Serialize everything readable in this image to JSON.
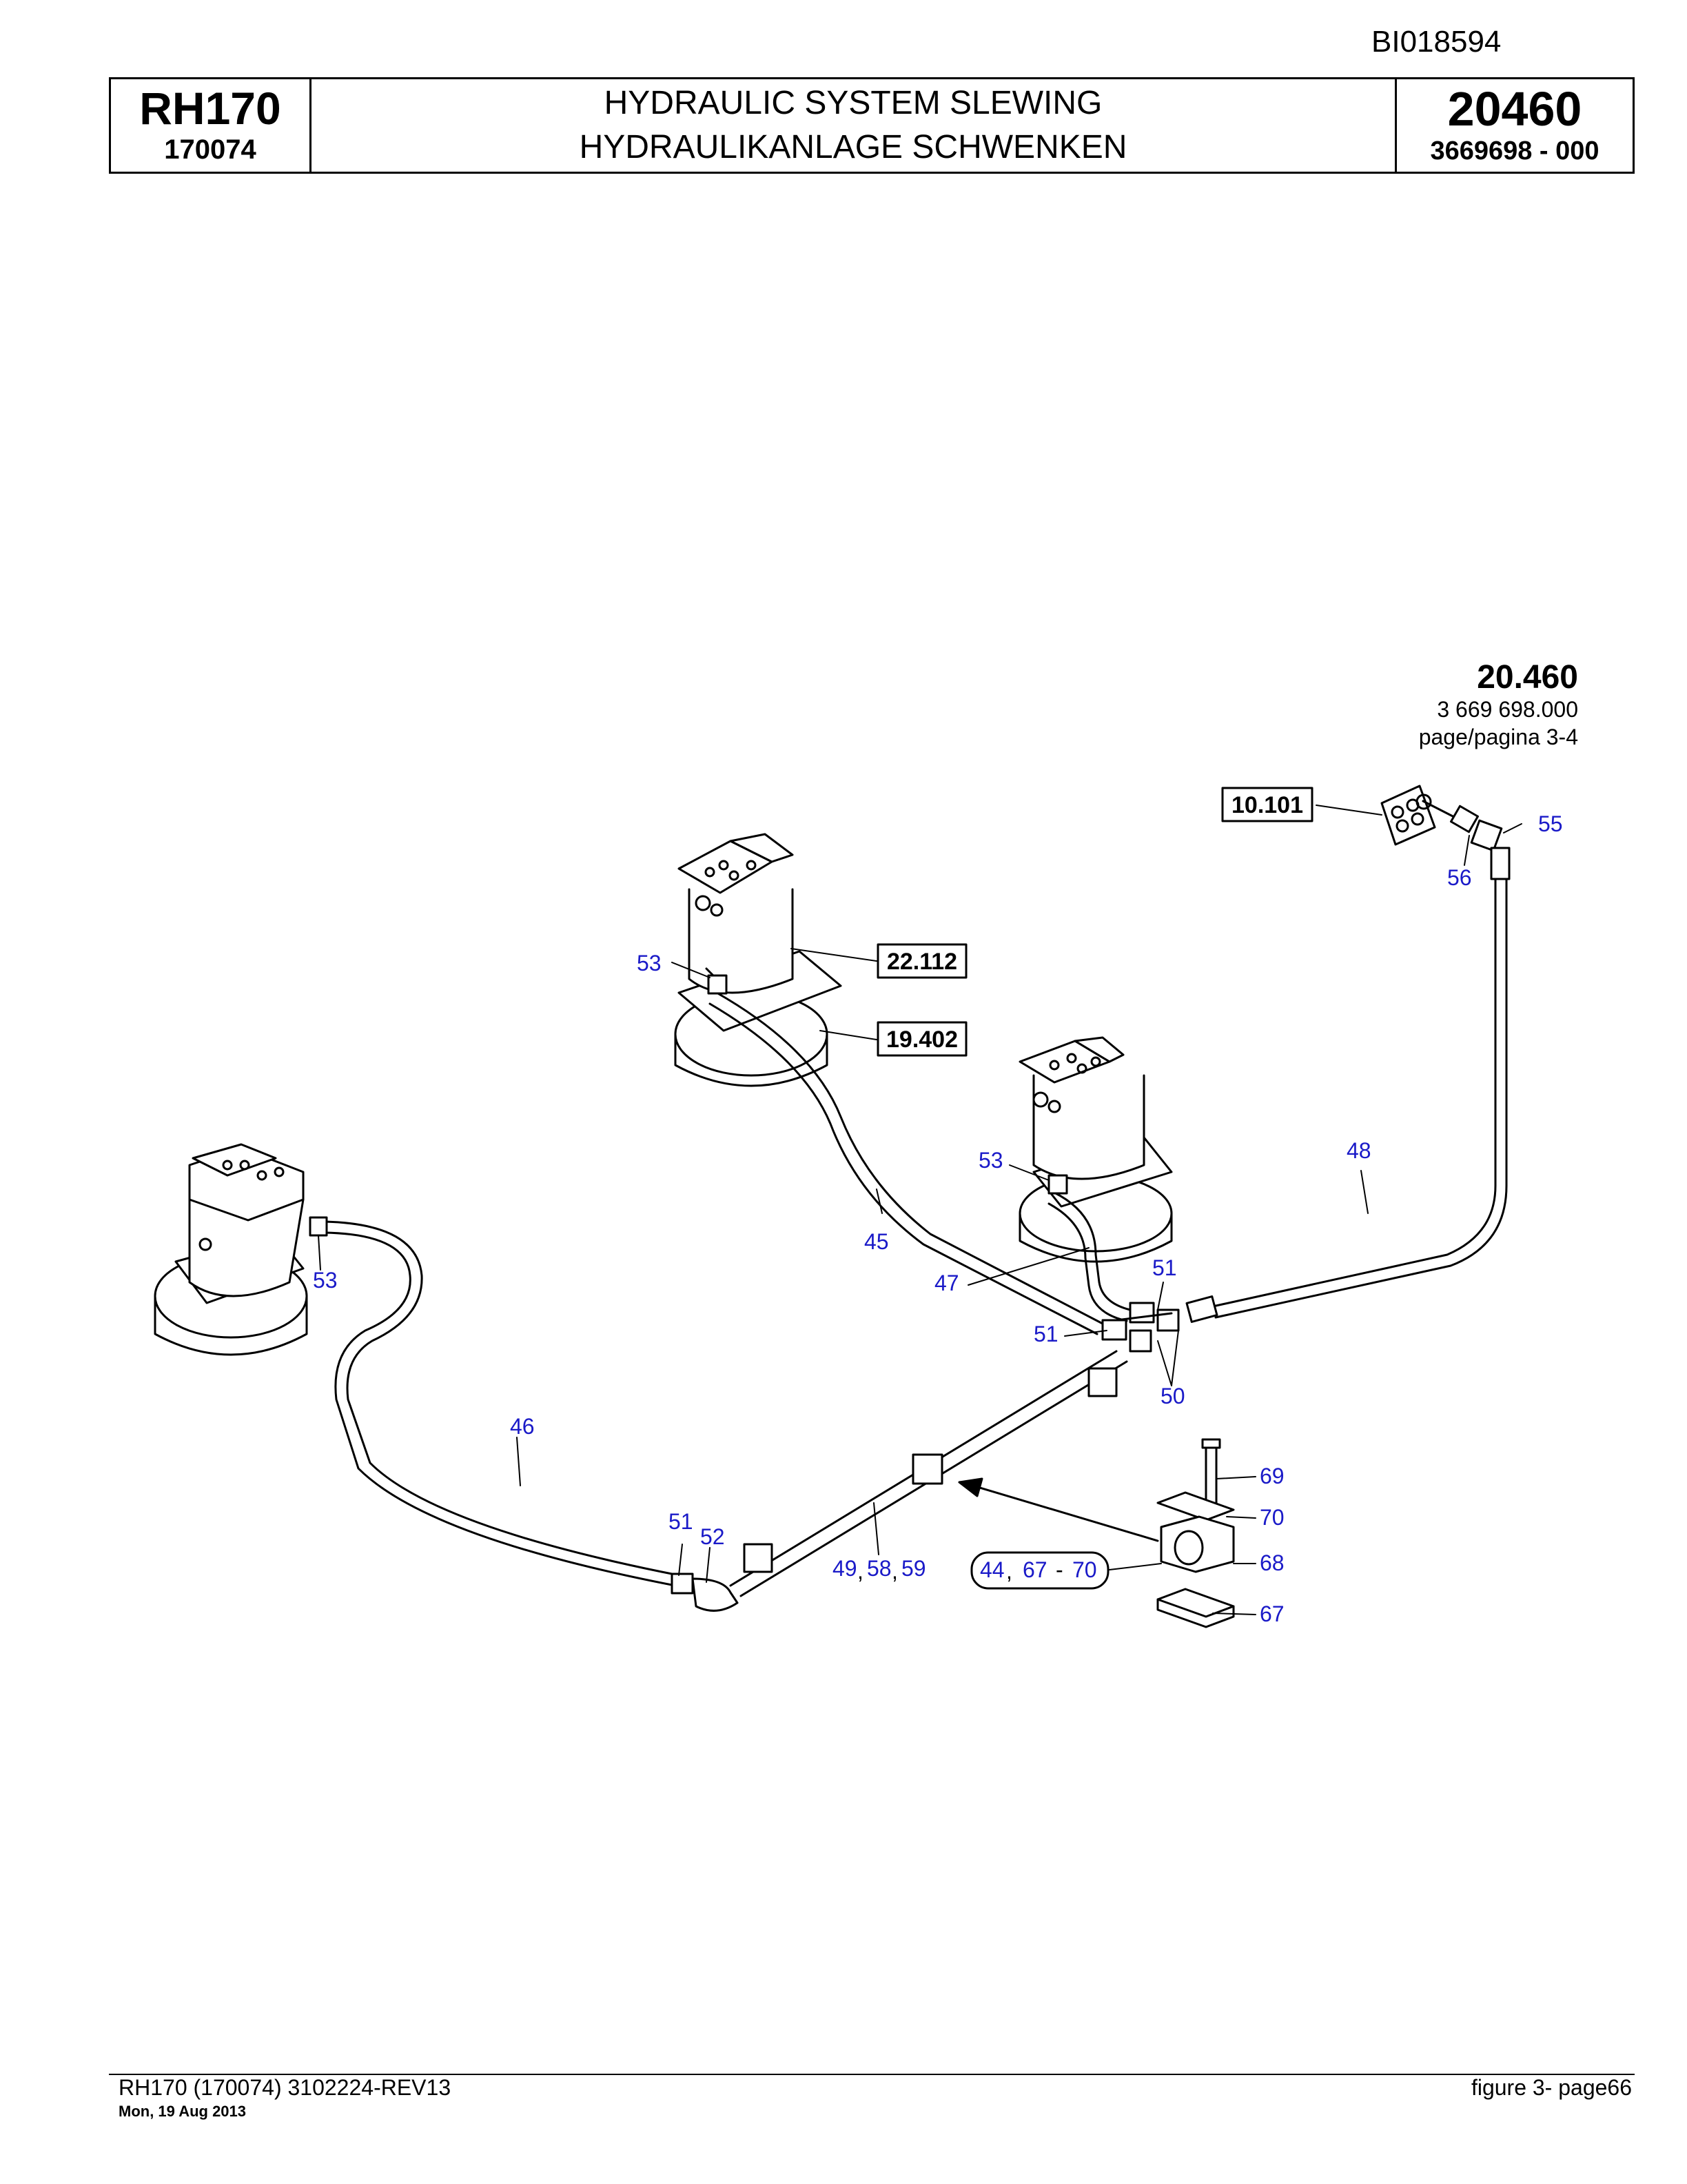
{
  "doc_id": "BI018594",
  "title_block": {
    "model": "RH170",
    "serial": "170074",
    "title_en": "HYDRAULIC SYSTEM SLEWING",
    "title_de": "HYDRAULIKANLAGE SCHWENKEN",
    "group_no": "20460",
    "part_no": "3669698  - 000"
  },
  "diagram": {
    "header": {
      "number": "20.460",
      "part": "3 669 698.000",
      "page": "page/pagina 3-4"
    },
    "refs": {
      "r10101": "10.101",
      "r22112": "22.112",
      "r19402": "19.402"
    },
    "callouts": {
      "c55": "55",
      "c56": "56",
      "c53a": "53",
      "c53b": "53",
      "c53c": "53",
      "c48": "48",
      "c45": "45",
      "c47": "47",
      "c51a": "51",
      "c51b": "51",
      "c51c": "51",
      "c50": "50",
      "c46": "46",
      "c52": "52",
      "c49": "49",
      "c58": "58",
      "c59": "59",
      "comma1": ",",
      "comma2": ",",
      "c44": "44",
      "c67r": "67",
      "dash": "-",
      "c70r": "70",
      "comma3": ",",
      "c69": "69",
      "c70": "70",
      "c68": "68",
      "c67": "67"
    }
  },
  "footer": {
    "left": "RH170 (170074) 3102224-REV13",
    "date": "Mon, 19 Aug 2013",
    "right": "figure  3- page66"
  },
  "colors": {
    "callout": "#1a1ac8",
    "line": "#000000"
  }
}
